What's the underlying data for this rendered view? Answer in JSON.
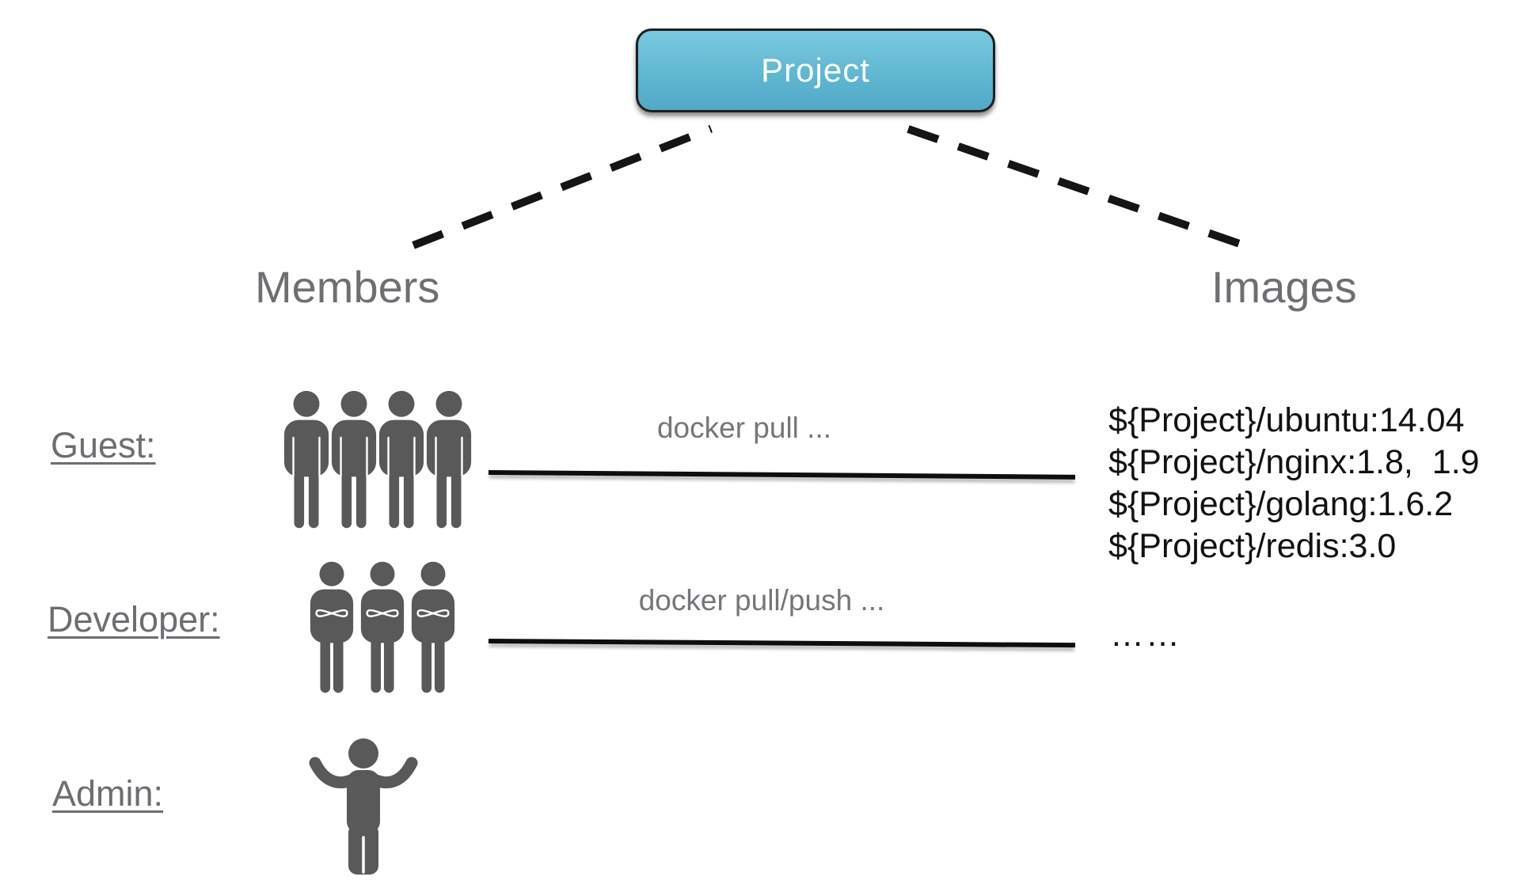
{
  "project": {
    "label": "Project"
  },
  "sections": {
    "members_label": "Members",
    "images_label": "Images"
  },
  "roles": {
    "guest": {
      "label": "Guest:",
      "action_label": "docker pull ...",
      "member_count": "4"
    },
    "developer": {
      "label": "Developer:",
      "action_label": "docker pull/push ...",
      "member_count": "3"
    },
    "admin": {
      "label": "Admin:",
      "member_count": "1"
    }
  },
  "images": {
    "list": [
      "${Project}/ubuntu:14.04",
      "${Project}/nginx:1.8,  1.9",
      "${Project}/golang:1.6.2",
      "${Project}/redis:3.0"
    ],
    "more_label": "……"
  },
  "colors": {
    "node_top": "#79c9de",
    "node_bottom": "#51a9c6",
    "node_border": "#1e1e1e",
    "figure_gray": "#595959",
    "label_gray": "#6d6e71",
    "line_black": "#0e0e0e"
  }
}
